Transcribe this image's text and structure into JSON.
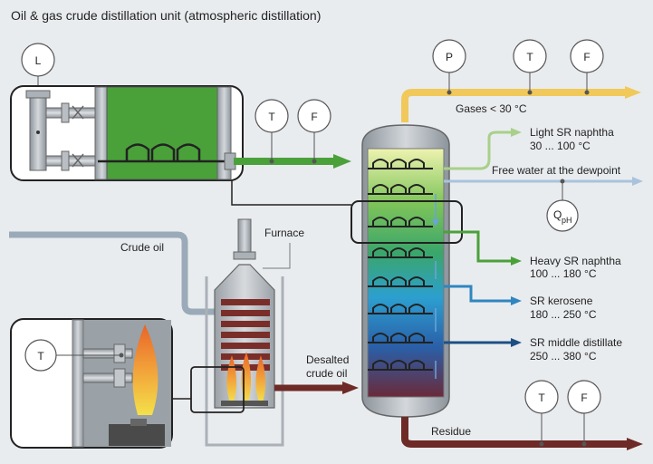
{
  "title": "Oil & gas crude distillation unit (atmospheric distillation)",
  "instruments": {
    "level": "L",
    "temp": "T",
    "flow": "F",
    "pressure": "P",
    "ph_q": "Q",
    "ph_sub": "pH"
  },
  "labels": {
    "gases": "Gases < 30 °C",
    "light_naphtha_1": "Light SR naphtha",
    "light_naphtha_2": "30 ... 100 °C",
    "free_water": "Free water at the dewpoint",
    "heavy_naphtha_1": "Heavy SR naphtha",
    "heavy_naphtha_2": "100 ... 180 °C",
    "kerosene_1": "SR kerosene",
    "kerosene_2": "180 ... 250 °C",
    "middle_1": "SR middle distillate",
    "middle_2": "250 ... 380 °C",
    "residue": "Residue",
    "crude_oil": "Crude oil",
    "furnace": "Furnace",
    "desalted_1": "Desalted",
    "desalted_2": "crude oil"
  },
  "colors": {
    "background": "#e9ecef",
    "gas_line": "#f0c95a",
    "green_line": "#4aa13a",
    "light_green": "#a8d08a",
    "water_line": "#a9c3dc",
    "kerosene_line": "#2f86c0",
    "middle_line": "#1d4f84",
    "residue_line": "#6e2a26",
    "crude_line": "#9aaab8"
  }
}
